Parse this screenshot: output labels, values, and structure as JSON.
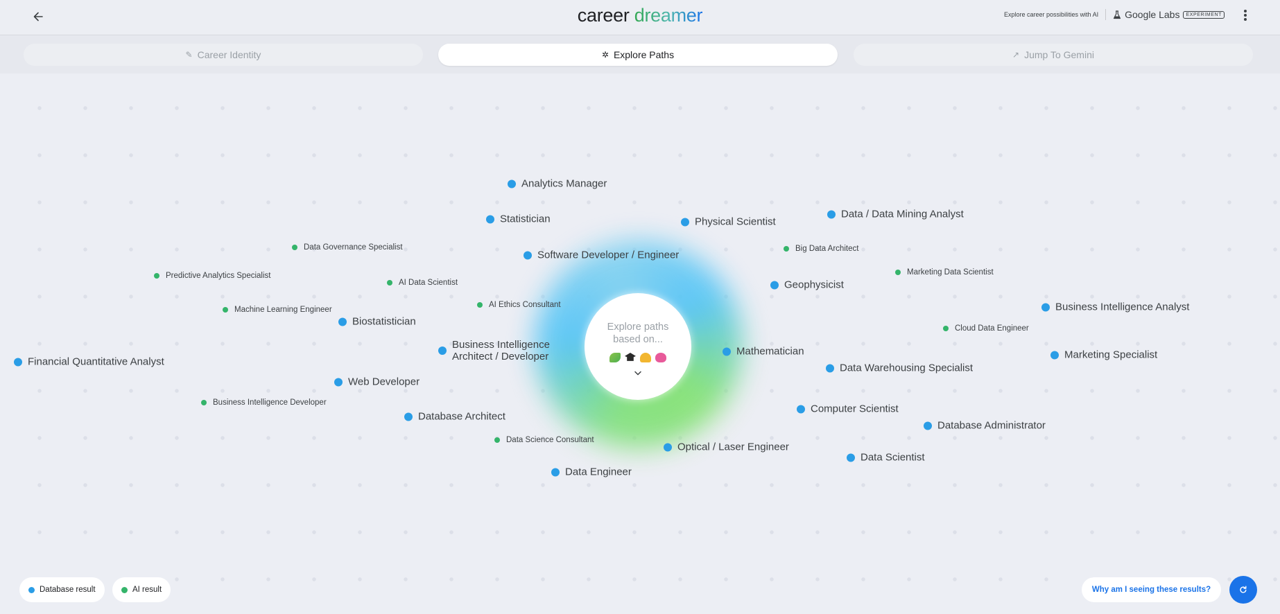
{
  "header": {
    "logo_word1": "career",
    "logo_word2": "dreamer",
    "tagline": "Explore career possibilities with AI",
    "labs_label": "Google Labs",
    "experiment_badge": "EXPERIMENT",
    "back_icon": "arrow-left-icon",
    "more_icon": "more-vertical-icon"
  },
  "tabs": [
    {
      "label": "Career Identity",
      "icon": "sparkle-icon",
      "active": false
    },
    {
      "label": "Explore Paths",
      "icon": "paths-icon",
      "active": true
    },
    {
      "label": "Jump To Gemini",
      "icon": "gemini-icon",
      "active": false
    }
  ],
  "center": {
    "line1": "Explore paths",
    "line2": "based on...",
    "emoji": [
      "seedling",
      "graduation-cap",
      "flexed-biceps",
      "two-hearts"
    ]
  },
  "careers": [
    {
      "label": "Analytics Manager",
      "type": "database"
    },
    {
      "label": "Statistician",
      "type": "database"
    },
    {
      "label": "Physical Scientist",
      "type": "database"
    },
    {
      "label": "Data / Data Mining Analyst",
      "type": "database"
    },
    {
      "label": "Data Governance Specialist",
      "type": "ai"
    },
    {
      "label": "Big Data Architect",
      "type": "ai"
    },
    {
      "label": "Software Developer / Engineer",
      "type": "database"
    },
    {
      "label": "Predictive Analytics Specialist",
      "type": "ai"
    },
    {
      "label": "Marketing Data Scientist",
      "type": "ai"
    },
    {
      "label": "AI Data Scientist",
      "type": "ai"
    },
    {
      "label": "Geophysicist",
      "type": "database"
    },
    {
      "label": "AI Ethics Consultant",
      "type": "ai"
    },
    {
      "label": "Business Intelligence Analyst",
      "type": "database"
    },
    {
      "label": "Machine Learning Engineer",
      "type": "ai"
    },
    {
      "label": "Biostatistician",
      "type": "database"
    },
    {
      "label": "Cloud Data Engineer",
      "type": "ai"
    },
    {
      "label": "Business Intelligence Architect / Developer",
      "type": "database"
    },
    {
      "label": "Mathematician",
      "type": "database"
    },
    {
      "label": "Marketing Specialist",
      "type": "database"
    },
    {
      "label": "Financial Quantitative Analyst",
      "type": "database"
    },
    {
      "label": "Data Warehousing Specialist",
      "type": "database"
    },
    {
      "label": "Web Developer",
      "type": "database"
    },
    {
      "label": "Business Intelligence Developer",
      "type": "ai"
    },
    {
      "label": "Computer Scientist",
      "type": "database"
    },
    {
      "label": "Database Architect",
      "type": "database"
    },
    {
      "label": "Database Administrator",
      "type": "database"
    },
    {
      "label": "Data Science Consultant",
      "type": "ai"
    },
    {
      "label": "Optical / Laser Engineer",
      "type": "database"
    },
    {
      "label": "Data Scientist",
      "type": "database"
    },
    {
      "label": "Data Engineer",
      "type": "database"
    }
  ],
  "legend": {
    "database_label": "Database result",
    "ai_label": "AI result",
    "database_color": "#2a9de6",
    "ai_color": "#34b46a"
  },
  "footer": {
    "why_label": "Why am I seeing these results?",
    "refresh_icon": "refresh-icon"
  },
  "colors": {
    "accent": "#1a73e8",
    "background": "#eceef4"
  }
}
